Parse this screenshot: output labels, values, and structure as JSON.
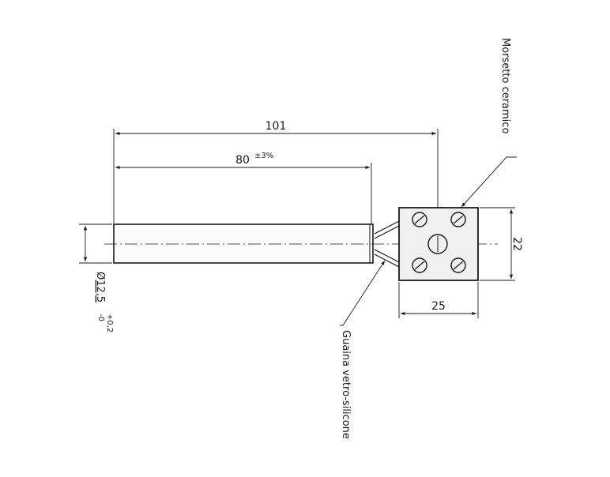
{
  "dimensions": {
    "overall_length": "101",
    "heated_length": "80",
    "heated_tolerance": "±3%",
    "diameter_prefix": "Ø",
    "diameter_value": "12,5",
    "diameter_tol_upper": "+0,2",
    "diameter_tol_lower": "-0",
    "terminal_width": "25",
    "terminal_height": "22"
  },
  "labels": {
    "terminal_block": "Morsetto ceramico",
    "sleeve": "Guaina vetro-silicone"
  },
  "colors": {
    "ink": "#1a1a1a",
    "body_fill": "#fbfbfb",
    "terminal_fill": "#f0f0f0"
  }
}
